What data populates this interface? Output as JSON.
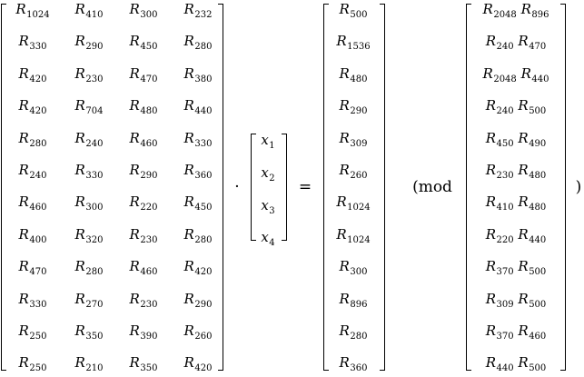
{
  "equation": {
    "dot": "·",
    "equals": "=",
    "mod_open": "(mod",
    "mod_close": ")",
    "matrix_a": [
      [
        "R_1024",
        "R_410",
        "R_300",
        "R_232"
      ],
      [
        "R_330",
        "R_290",
        "R_450",
        "R_280"
      ],
      [
        "R_420",
        "R_230",
        "R_470",
        "R_380"
      ],
      [
        "R_420",
        "R_704",
        "R_480",
        "R_440"
      ],
      [
        "R_280",
        "R_240",
        "R_460",
        "R_330"
      ],
      [
        "R_240",
        "R_330",
        "R_290",
        "R_360"
      ],
      [
        "R_460",
        "R_300",
        "R_220",
        "R_450"
      ],
      [
        "R_400",
        "R_320",
        "R_230",
        "R_280"
      ],
      [
        "R_470",
        "R_280",
        "R_460",
        "R_420"
      ],
      [
        "R_330",
        "R_270",
        "R_230",
        "R_290"
      ],
      [
        "R_250",
        "R_350",
        "R_390",
        "R_260"
      ],
      [
        "R_250",
        "R_210",
        "R_350",
        "R_420"
      ]
    ],
    "vector_x": [
      "x_1",
      "x_2",
      "x_3",
      "x_4"
    ],
    "vector_b": [
      "R_500",
      "R_1536",
      "R_480",
      "R_290",
      "R_309",
      "R_260",
      "R_1024",
      "R_1024",
      "R_300",
      "R_896",
      "R_280",
      "R_360"
    ],
    "moduli": [
      [
        "R_2048",
        "R_896"
      ],
      [
        "R_240",
        "R_470"
      ],
      [
        "R_2048",
        "R_440"
      ],
      [
        "R_240",
        "R_500"
      ],
      [
        "R_450",
        "R_490"
      ],
      [
        "R_230",
        "R_480"
      ],
      [
        "R_410",
        "R_480"
      ],
      [
        "R_220",
        "R_440"
      ],
      [
        "R_370",
        "R_500"
      ],
      [
        "R_309",
        "R_500"
      ],
      [
        "R_370",
        "R_460"
      ],
      [
        "R_440",
        "R_500"
      ]
    ]
  }
}
